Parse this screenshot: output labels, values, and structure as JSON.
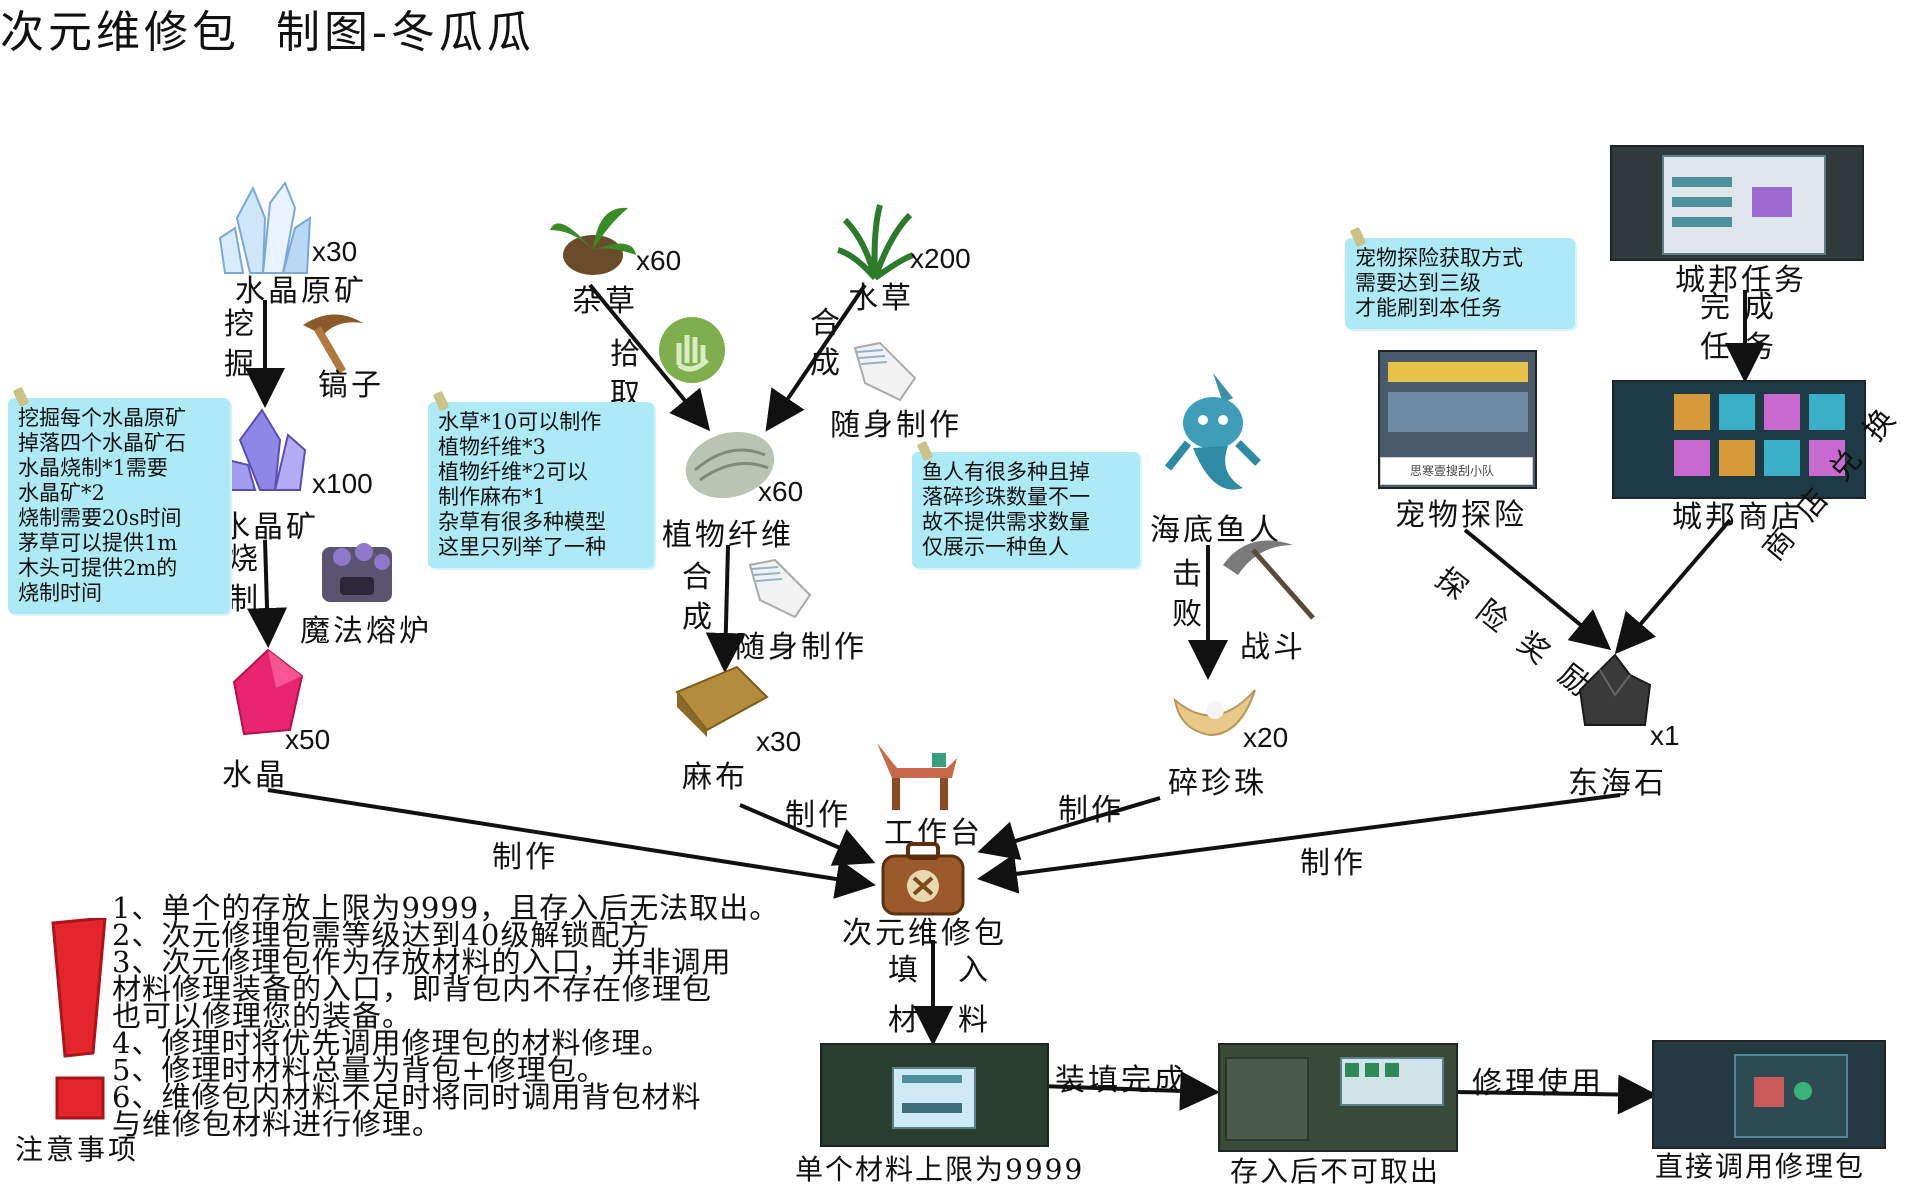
{
  "title": "次元维修包  制图-冬瓜瓜",
  "nodes": {
    "crystal_ore": {
      "label": "水晶原矿",
      "qty": "x30"
    },
    "pickaxe": {
      "label": "镐子"
    },
    "crystal_mineral": {
      "label": "水晶矿",
      "qty": "x100"
    },
    "furnace": {
      "label": "魔法熔炉"
    },
    "crystal": {
      "label": "水晶",
      "qty": "x50"
    },
    "weed": {
      "label": "杂草",
      "qty": "x60"
    },
    "water_grass": {
      "label": "水草",
      "qty": "x200"
    },
    "craft1": {
      "label": "随身制作"
    },
    "fiber": {
      "label": "植物纤维",
      "qty": "x60"
    },
    "craft2": {
      "label": "随身制作"
    },
    "linen": {
      "label": "麻布",
      "qty": "x30"
    },
    "merfolk": {
      "label": "海底鱼人"
    },
    "battle": {
      "label": "战斗"
    },
    "pearl": {
      "label": "碎珍珠",
      "qty": "x20"
    },
    "city_task": {
      "label": "城邦任务"
    },
    "pet_explore": {
      "label": "宠物探险",
      "bar_text": "思寒壹搜刮小队"
    },
    "city_shop": {
      "label": "城邦商店"
    },
    "east_stone": {
      "label": "东海石",
      "qty": "x1"
    },
    "workbench": {
      "label": "工作台"
    },
    "repair_kit": {
      "label": "次元维修包"
    }
  },
  "edges": {
    "dig": "挖掘",
    "smelt": "烧制",
    "pick": "拾取",
    "combine1": "合成",
    "combine2": "合成",
    "defeat": "击败",
    "finish_task": "完成任务",
    "explore_reward": "探险奖励",
    "shop_exchange": "商店兑换",
    "make1": "制作",
    "make2": "制作",
    "make3": "制作",
    "make4": "制作",
    "fill": "填入",
    "material": "材料",
    "fill_done": "装填完成",
    "repair_use": "修理使用"
  },
  "notes": {
    "crystal": [
      "挖掘每个水晶原矿",
      "掉落四个水晶矿石",
      "水晶烧制*1需要",
      "水晶矿*2",
      "烧制需要20s时间",
      "茅草可以提供1m",
      "木头可提供2m的",
      "烧制时间"
    ],
    "grass": [
      "水草*10可以制作",
      "植物纤维*3",
      "植物纤维*2可以",
      "制作麻布*1",
      "杂草有很多种模型",
      "这里只列举了一种"
    ],
    "fish": [
      "鱼人有很多种且掉",
      "落碎珍珠数量不一",
      "故不提供需求数量",
      "仅展示一种鱼人"
    ],
    "pet": [
      "宠物探险获取方式",
      "需要达到三级",
      "才能刷到本任务"
    ]
  },
  "bottom": {
    "shot1": "单个材料上限为9999",
    "shot2": "存入后不可取出",
    "shot3": "直接调用修理包"
  },
  "warning": {
    "title": "注意事项",
    "lines": [
      "1、单个的存放上限为9999，且存入后无法取出。",
      "2、次元修理包需等级达到40级解锁配方",
      "3、次元修理包作为存放材料的入口，并非调用",
      "材料修理装备的入口，即背包内不存在修理包",
      "也可以修理您的装备。",
      "4、修理时将优先调用修理包的材料修理。",
      "5、修理时材料总量为背包+修理包。",
      "6、维修包内材料不足时将同时调用背包材料",
      "与维修包材料进行修理。"
    ]
  },
  "colors": {
    "note_bg": "#aeeaf6",
    "arrow": "#111111",
    "warning_red": "#e3262b"
  }
}
